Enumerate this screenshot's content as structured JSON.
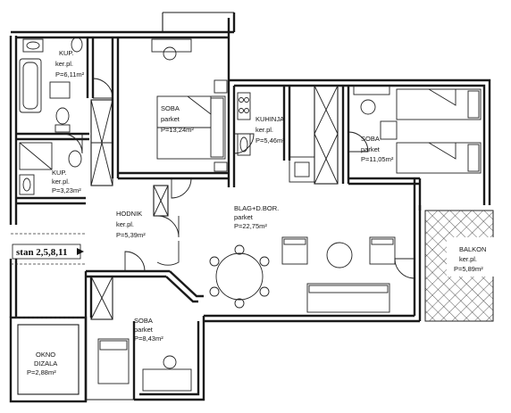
{
  "rooms": [
    {
      "id": "kup1",
      "lines": [
        "KUP.",
        "ker.pl.",
        "P=6,11m²"
      ]
    },
    {
      "id": "soba1",
      "lines": [
        "SOBA",
        "parket",
        "P=13,24m²"
      ]
    },
    {
      "id": "kuhinja",
      "lines": [
        "KUHINJA",
        "ker.pl.",
        "P=5,46m²"
      ]
    },
    {
      "id": "soba2",
      "lines": [
        "SOBA",
        "parket",
        "P=11,05m²"
      ]
    },
    {
      "id": "kup2",
      "lines": [
        "KUP.",
        "ker.pl.",
        "P=3,23m²"
      ]
    },
    {
      "id": "hodnik",
      "lines": [
        "HODNIK",
        "ker.pl.",
        "P=5,39m²"
      ]
    },
    {
      "id": "blag",
      "lines": [
        "BLAG+D.BOR.",
        "parket",
        "P=22,75m²"
      ]
    },
    {
      "id": "balkon",
      "lines": [
        "BALKON",
        "ker.pl.",
        "P=5,89m²"
      ]
    },
    {
      "id": "soba3",
      "lines": [
        "SOBA",
        "parket",
        "P=8,43m²"
      ]
    },
    {
      "id": "okno",
      "lines": [
        "OKNO",
        "DIZALA",
        "P=2,88m²"
      ]
    }
  ],
  "entrance_label": "stan 2,5,8,11"
}
